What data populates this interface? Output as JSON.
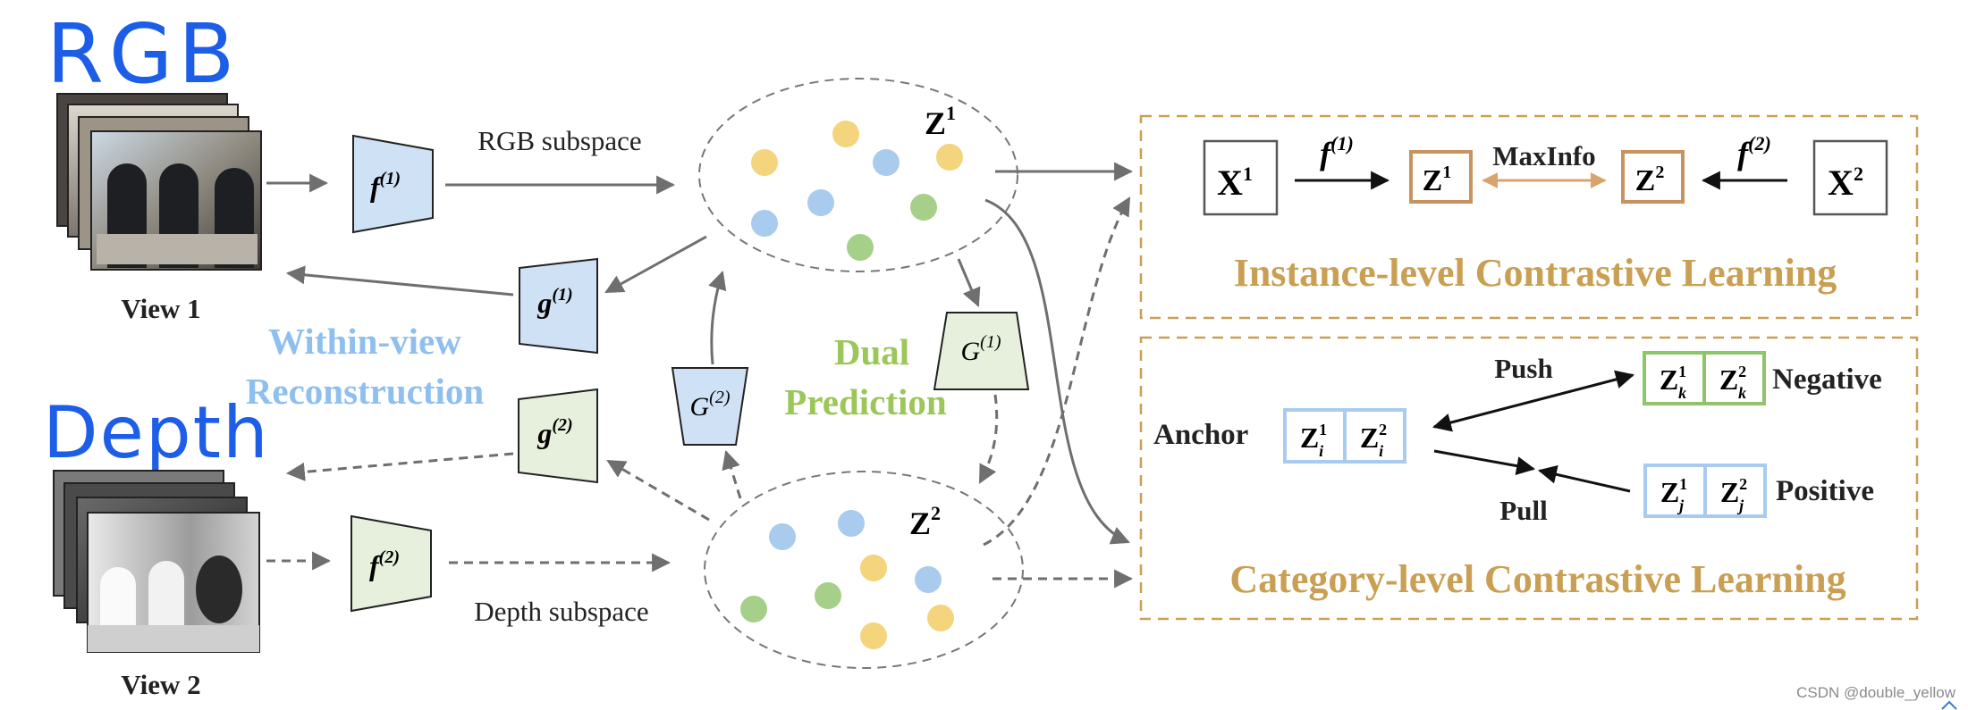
{
  "handwritten": {
    "rgb": "RGB",
    "depth": "Depth"
  },
  "views": {
    "view1": "View 1",
    "view2": "View 2"
  },
  "encoders": {
    "f1": {
      "base": "f",
      "sup": "(1)"
    },
    "f2": {
      "base": "f",
      "sup": "(2)"
    },
    "g1": {
      "base": "g",
      "sup": "(1)"
    },
    "g2": {
      "base": "g",
      "sup": "(2)"
    },
    "G1": {
      "base": "G",
      "sup": "(1)"
    },
    "G2": {
      "base": "G",
      "sup": "(2)"
    }
  },
  "subspaces": {
    "rgb": "RGB subspace",
    "depth": "Depth subspace"
  },
  "latents": {
    "z1": {
      "base": "Z",
      "sup": "1"
    },
    "z2": {
      "base": "Z",
      "sup": "2"
    }
  },
  "within_view": {
    "line1": "Within-view",
    "line2": "Reconstruction"
  },
  "dual": {
    "line1": "Dual",
    "line2": "Prediction"
  },
  "instance": {
    "x1": {
      "base": "X",
      "sup": "1"
    },
    "x2": {
      "base": "X",
      "sup": "2"
    },
    "z1": {
      "base": "Z",
      "sup": "1"
    },
    "z2": {
      "base": "Z",
      "sup": "2"
    },
    "f1": {
      "base": "f",
      "sup": "(1)"
    },
    "f2": {
      "base": "f",
      "sup": "(2)"
    },
    "maxinfo": "MaxInfo",
    "title": "Instance-level Contrastive Learning"
  },
  "category": {
    "anchor": "Anchor",
    "push": "Push",
    "pull": "Pull",
    "negative": "Negative",
    "positive": "Positive",
    "anchor_pair": [
      {
        "base": "Z",
        "sub": "i",
        "sup": "1"
      },
      {
        "base": "Z",
        "sub": "i",
        "sup": "2"
      }
    ],
    "negative_pair": [
      {
        "base": "Z",
        "sub": "k",
        "sup": "1"
      },
      {
        "base": "Z",
        "sub": "k",
        "sup": "2"
      }
    ],
    "positive_pair": [
      {
        "base": "Z",
        "sub": "j",
        "sup": "1"
      },
      {
        "base": "Z",
        "sub": "j",
        "sup": "2"
      }
    ],
    "title": "Category-level Contrastive Learning"
  },
  "watermark": "CSDN @double_yellow",
  "colors": {
    "blue_fill": "#cfe1f4",
    "green_fill": "#e6f0dc",
    "dot_yellow": "#f4d47c",
    "dot_blue": "#a9cbee",
    "dot_green": "#a6cf8a",
    "gold": "#c9a053",
    "blue_text": "#8ebfef",
    "green_text": "#9bc658",
    "handwriting": "#1c5ee8",
    "arrow_gray": "#6f6f6f",
    "box_brown": "#c8935e",
    "box_green": "#8ec46a",
    "box_blue": "#a9cbee"
  }
}
